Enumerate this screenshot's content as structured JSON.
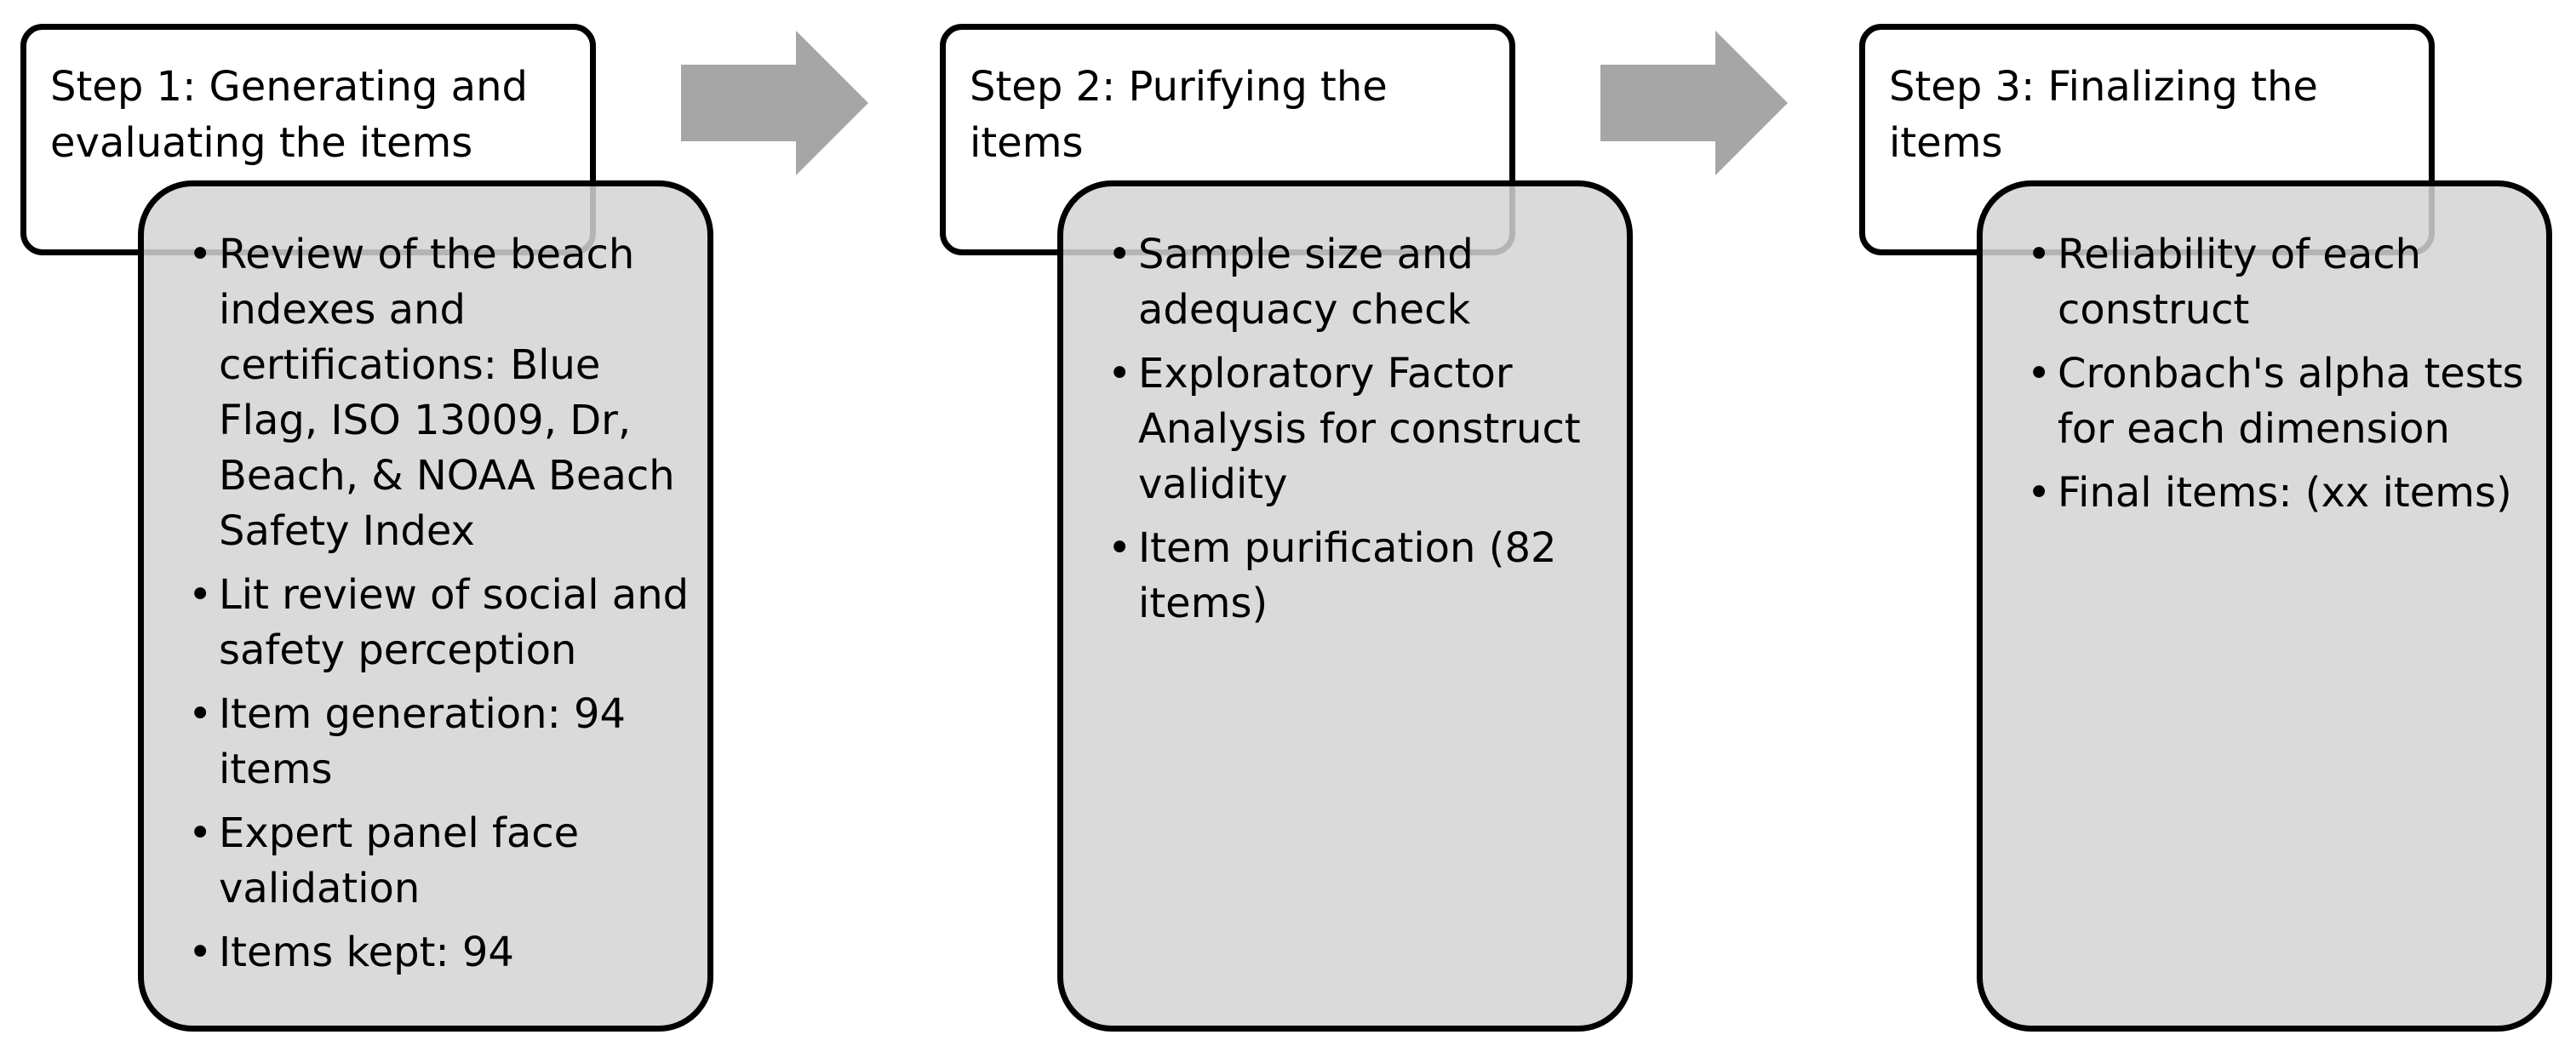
{
  "steps": [
    {
      "title": "Step 1: Generating and evaluating the items",
      "items": [
        "Review of the beach indexes and certifications: Blue Flag, ISO 13009, Dr, Beach, & NOAA Beach Safety Index",
        "Lit review of social and safety perception",
        "Item generation: 94 items",
        "Expert panel face validation",
        "Items kept: 94"
      ]
    },
    {
      "title": "Step 2: Purifying the items",
      "items": [
        "Sample size and adequacy check",
        "Exploratory Factor Analysis for construct validity",
        "Item purification (82 items)"
      ]
    },
    {
      "title": "Step 3: Finalizing the items",
      "items": [
        "Reliability of each construct",
        "Cronbach's alpha tests for each dimension",
        "Final items: (xx items)"
      ]
    }
  ],
  "colors": {
    "header_fill": "#ffffff",
    "body_fill": "#d4d4d4",
    "arrow_fill": "#a6a6a6",
    "border": "#000000"
  }
}
